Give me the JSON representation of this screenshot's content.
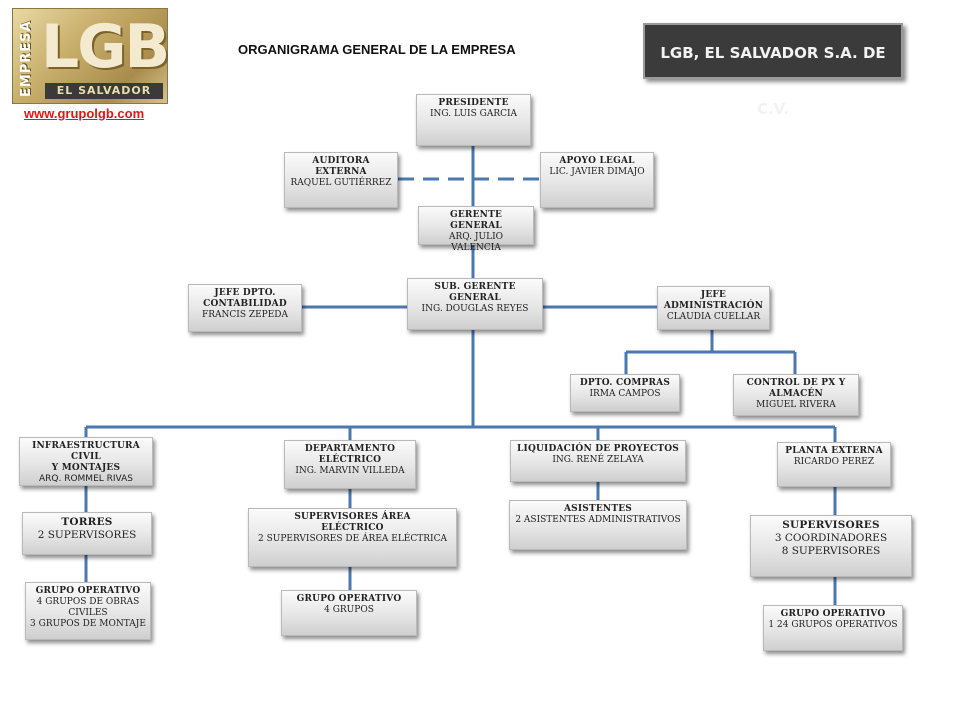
{
  "header": {
    "logo_side_text": "EMPRESA",
    "logo_main_text": "LGB",
    "logo_bottom_text": "EL SALVADOR",
    "website": "www.grupolgb.com",
    "title": "ORGANIGRAMA  GENERAL DE LA EMPRESA",
    "company_name": "LGB, EL SALVADOR S.A. DE C.V."
  },
  "colors": {
    "connector": "#4a78b0",
    "company_bg": "#3b3b3b",
    "url": "#e0161b"
  },
  "nodes": {
    "presidente": {
      "title": "PRESIDENTE",
      "name": "ING. LUIS GARCIA"
    },
    "auditora": {
      "title": "AUDITORA EXTERNA",
      "name": "RAQUEL GUTIÉRREZ"
    },
    "apoyo_legal": {
      "title": "APOYO LEGAL",
      "name": "LIC. JAVIER DIMAJO"
    },
    "gerente": {
      "title": "GERENTE GENERAL",
      "name": "ARQ. JULIO VALENCIA"
    },
    "sub_gerente": {
      "title": "SUB. GERENTE GENERAL",
      "name": "ING.  DOUGLAS REYES"
    },
    "contabilidad": {
      "title1": "JEFE  DPTO.",
      "title2": "CONTABILIDAD",
      "name": "FRANCIS ZEPEDA"
    },
    "administracion": {
      "title1": "JEFE",
      "title2": "ADMINISTRACIÓN",
      "name": "CLAUDIA CUELLAR"
    },
    "compras": {
      "title": "DPTO. COMPRAS",
      "name": "IRMA CAMPOS"
    },
    "almacen": {
      "title1": "CONTROL DE PX Y",
      "title2": "ALMACÉN",
      "name": "MIGUEL RIVERA"
    },
    "infraestructura": {
      "title1": "INFRAESTRUCTURA CIVIL",
      "title2": "Y MONTAJES",
      "name": "ARQ. ROMMEL RIVAS"
    },
    "torres": {
      "title": "TORRES",
      "name": "2 SUPERVISORES"
    },
    "grupo_infra": {
      "title": "GRUPO OPERATIVO",
      "line1": "4 GRUPOS DE OBRAS",
      "line2": "CIVILES",
      "line3": "3 GRUPOS DE MONTAJE"
    },
    "electrico": {
      "title1": "DEPARTAMENTO",
      "title2": "ELÉCTRICO",
      "name": "ING. MARVIN VILLEDA"
    },
    "sup_electrica": {
      "title1": "SUPERVISORES ÁREA",
      "title2": "ELÉCTRICO",
      "name": "2 SUPERVISORES DE ÁREA ELÉCTRICA"
    },
    "grupo_electrico": {
      "title": "GRUPO OPERATIVO",
      "name": "4 GRUPOS"
    },
    "liquidacion": {
      "title": "LIQUIDACIÓN DE PROYECTOS",
      "name": "ING. RENÉ ZELAYA"
    },
    "asistentes": {
      "title": "ASISTENTES",
      "name": "2 ASISTENTES ADMINISTRATIVOS"
    },
    "planta": {
      "title": "PLANTA EXTERNA",
      "name": "RICARDO PEREZ"
    },
    "supervisores_planta": {
      "title": "SUPERVISORES",
      "line1": "3 COORDINADORES",
      "line2": "8 SUPERVISORES"
    },
    "grupo_planta": {
      "title": "GRUPO OPERATIVO",
      "name": "1 24 GRUPOS OPERATIVOS"
    }
  }
}
